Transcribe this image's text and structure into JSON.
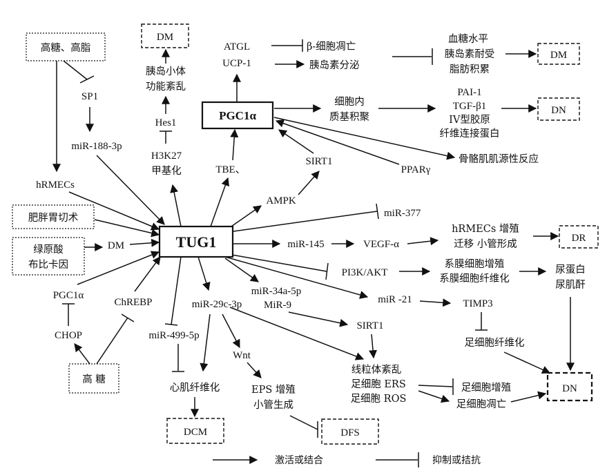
{
  "nodes": {
    "hyperglycemia_lipid": "高糖、高脂",
    "sp1": "SP1",
    "mir188": "miR-188-3p",
    "hrmecs": "hRMECs",
    "gastrectomy": "肥胖胃切术",
    "chlorogenic_1": "绿原酸",
    "chlorogenic_2": "布比卡因",
    "dm_left": "DM",
    "pgc1a_small": "PGC1α",
    "chop": "CHOP",
    "chrebp": "ChREBP",
    "high_glucose": "高 糖",
    "dm_top": "DM",
    "islet_1": "胰岛小体",
    "islet_2": "功能紊乱",
    "hes1": "Hes1",
    "h3k27_1": "H3K27",
    "h3k27_2": "甲基化",
    "tbe": "TBE、",
    "atgl": "ATGL",
    "ucp1": "UCP-1",
    "pgc1a_main": "PGC1α",
    "beta_apoptosis": "β-细胞凋亡",
    "insulin_secretion": "胰岛素分泌",
    "blood_1": "血糖水平",
    "blood_2": "胰岛素耐受",
    "blood_3": "脂肪积累",
    "dm_right": "DM",
    "ecm_1": "细胞内",
    "ecm_2": "质基积聚",
    "fibro_1": "PAI-1",
    "fibro_2": "TGF-β1",
    "fibro_3": "IV型胶原",
    "fibro_4": "纤维连接蛋白",
    "dn_top": "DN",
    "muscle": "骨骼肌肌源性反应",
    "sirt1_top": "SIRT1",
    "ppar": "PPARγ",
    "ampk": "AMPK",
    "mir377": "miR-377",
    "tug1": "TUG1",
    "mir145": "miR-145",
    "vegf": "VEGF-α",
    "hrmecs2_1": "hRMECs 增殖",
    "hrmecs2_2": "迁移 小管形成",
    "dr": "DR",
    "pi3k": "PI3K/AKT",
    "mesangial_1": "系膜细胞增殖",
    "mesangial_2": "系膜细胞纤维化",
    "urine_1": "尿蛋白",
    "urine_2": "尿肌酐",
    "mir34_1": "miR-34a-5p",
    "mir34_2": "MiR-9",
    "mir21": "miR -21",
    "timp3": "TIMP3",
    "mir29": "miR-29c-3p",
    "mir499": "miR-499-5p",
    "sirt1_mid": "SIRT1",
    "podo_fibro": "足细胞纤维化",
    "mito_1": "线粒体紊乱",
    "mito_2": "足细胞 ERS",
    "mito_3": "足细胞 ROS",
    "wnt": "Wnt",
    "eps_1": "EPS 增殖",
    "eps_2": "小管生成",
    "cardio_fibro": "心肌纤维化",
    "dcm": "DCM",
    "dfs": "DFS",
    "podo_prolif": "足细胞增殖",
    "podo_apop": "足细胞凋亡",
    "dn_bottom": "DN"
  },
  "legend": {
    "activate": "激活或结合",
    "inhibit": "抑制或拮抗"
  }
}
